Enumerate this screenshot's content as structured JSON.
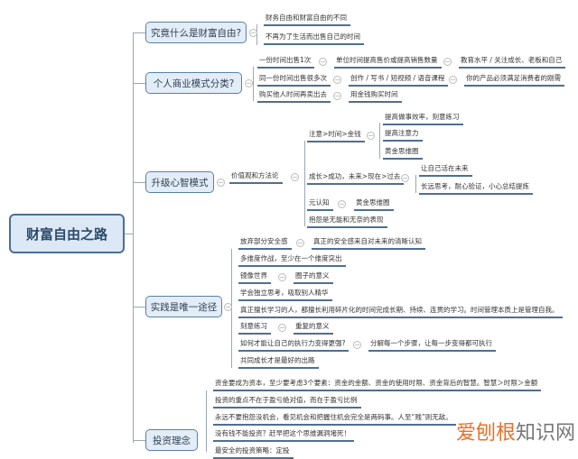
{
  "root": "财富自由之路",
  "branches": [
    {
      "label": "究竟什么是财富自由?",
      "children": [
        "财务自由和财富自由的不同",
        "不再为了生活而出售自己的时间"
      ]
    },
    {
      "label": "个人商业模式分类?",
      "rows": [
        [
          "一份时间出售1次",
          "单位时间提高售价或提高销售数量",
          "教育水平 / 关注成长、老板和自己"
        ],
        [
          "同一份时间出售很多次",
          "创作 / 写书 / 短视频 / 语音课程",
          "你的产品必须满足消费者的刚需"
        ],
        [
          "购买他人时间再卖出去",
          "用金钱购买时间"
        ]
      ]
    },
    {
      "label": "升级心智模式",
      "child": "价值观和方法论",
      "sub": [
        {
          "label": "注意>时间>金钱",
          "children": [
            "提高做事效率，刻意练习",
            "提高注意力",
            "黄金思维圈"
          ]
        },
        {
          "label": "成长>成功，未来>现在>过去",
          "children": [
            "让自己活在未来",
            "长远思考，耐心验证，小心总结提炼"
          ]
        },
        {
          "label": "元认知",
          "children": [
            "黄金思维圈"
          ]
        },
        {
          "label": "抱怨是无能和无奈的表现"
        }
      ]
    },
    {
      "label": "实践是唯一途径",
      "rows": [
        [
          "放弃部分安全感",
          "真正的安全感来自对未来的清晰认知"
        ],
        [
          "多维度作战，至少在一个维度突出"
        ],
        [
          "镜像世界",
          "圈子的意义"
        ],
        [
          "学会独立思考，吸取别人精华"
        ],
        [
          "真正擅长学习的人，都擅长利用碎片化的时间完成长期、持续、连贯的学习。时间管理本质上是管理自我。"
        ],
        [
          "刻意练习",
          "重复的意义"
        ],
        [
          "如何才能让自己的执行力变得更强?",
          "分解每一个步骤，让每一步变得都可执行"
        ],
        [
          "共同成长才是最好的出路"
        ]
      ]
    },
    {
      "label": "投资理念",
      "children": [
        "资金要成为资本，至少要考虑3个要素：资金的金额、资金的使用时限、资金背后的智慧。智慧＞时限＞金额",
        "投资的重点不在于盈亏绝对值，而在于盈亏比例",
        "永远不要抱怨没机会，看见机会和把握住机会完全是两码事。人至“贱”则无敌。",
        "没有钱不能投资？赶早把这个思维漏洞堵死！",
        "最安全的投资策略：定投"
      ]
    }
  ],
  "watermark": {
    "a": "爱刨根",
    "b": "知识网"
  },
  "colors": {
    "branch_border": "#5b7fa6",
    "branch_fill": "#e3edf8",
    "underline": "#4f6f90"
  }
}
